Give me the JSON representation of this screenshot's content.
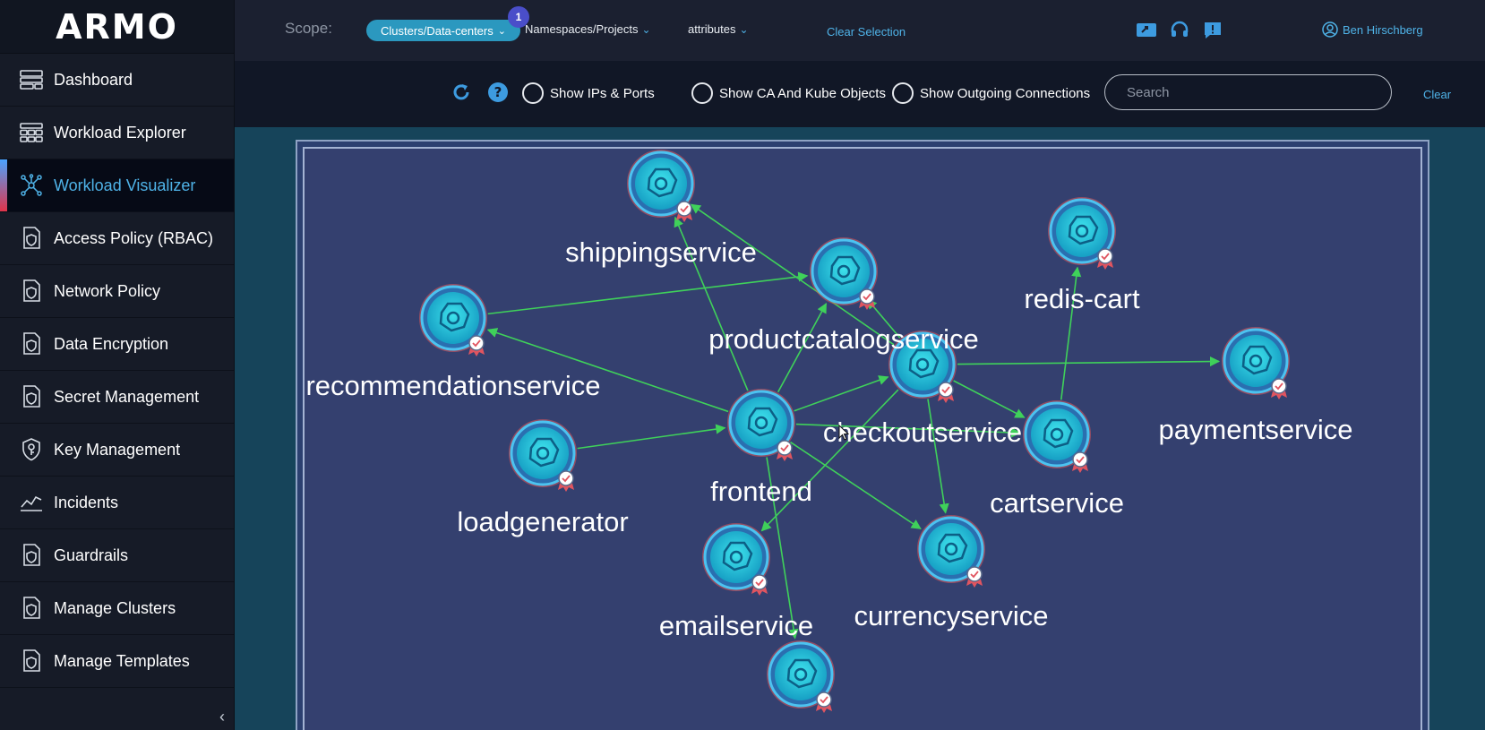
{
  "app": {
    "logo": "ARMO"
  },
  "sidebar": {
    "items": [
      {
        "label": "Dashboard",
        "icon": "dashboard-icon"
      },
      {
        "label": "Workload Explorer",
        "icon": "grid-icon"
      },
      {
        "label": "Workload Visualizer",
        "icon": "network-icon",
        "active": true
      },
      {
        "label": "Access Policy (RBAC)",
        "icon": "policy-icon"
      },
      {
        "label": "Network Policy",
        "icon": "policy-icon"
      },
      {
        "label": "Data Encryption",
        "icon": "policy-icon"
      },
      {
        "label": "Secret Management",
        "icon": "policy-icon"
      },
      {
        "label": "Key Management",
        "icon": "key-icon"
      },
      {
        "label": "Incidents",
        "icon": "chart-line-icon"
      },
      {
        "label": "Guardrails",
        "icon": "policy-icon"
      },
      {
        "label": "Manage Clusters",
        "icon": "policy-icon"
      },
      {
        "label": "Manage Templates",
        "icon": "policy-icon"
      }
    ],
    "collapse_glyph": "‹"
  },
  "topbar": {
    "scope_label": "Scope:",
    "scope_value": "Clusters/Data-centers",
    "scope_badge": "1",
    "namespaces": "Namespaces/Projects",
    "attributes": "attributes",
    "clear_selection": "Clear Selection",
    "user_name": "Ben Hirschberg"
  },
  "toolbar": {
    "options": [
      {
        "label": "Show IPs & Ports"
      },
      {
        "label": "Show CA And Kube Objects"
      },
      {
        "label": "Show Outgoing Connections"
      }
    ],
    "search_placeholder": "Search",
    "clear": "Clear"
  },
  "graph": {
    "colors": {
      "edge": "#3fd15a",
      "node": "#1ec9d6",
      "frame": "#34406f"
    },
    "nodes": [
      {
        "id": "shippingservice",
        "label": "shippingservice"
      },
      {
        "id": "productcatalogservice",
        "label": "productcatalogservice"
      },
      {
        "id": "redis-cart",
        "label": "redis-cart"
      },
      {
        "id": "recommendationservice",
        "label": "recommendationservice"
      },
      {
        "id": "checkoutservice",
        "label": "checkoutservice"
      },
      {
        "id": "paymentservice",
        "label": "paymentservice"
      },
      {
        "id": "frontend",
        "label": "frontend"
      },
      {
        "id": "loadgenerator",
        "label": "loadgenerator"
      },
      {
        "id": "cartservice",
        "label": "cartservice"
      },
      {
        "id": "emailservice",
        "label": "emailservice"
      },
      {
        "id": "currencyservice",
        "label": "currencyservice"
      },
      {
        "id": "adservice",
        "label": ""
      }
    ],
    "edges": [
      [
        "loadgenerator",
        "frontend"
      ],
      [
        "frontend",
        "shippingservice"
      ],
      [
        "frontend",
        "productcatalogservice"
      ],
      [
        "frontend",
        "recommendationservice"
      ],
      [
        "frontend",
        "checkoutservice"
      ],
      [
        "frontend",
        "cartservice"
      ],
      [
        "frontend",
        "currencyservice"
      ],
      [
        "frontend",
        "adservice"
      ],
      [
        "recommendationservice",
        "productcatalogservice"
      ],
      [
        "checkoutservice",
        "shippingservice"
      ],
      [
        "checkoutservice",
        "productcatalogservice"
      ],
      [
        "checkoutservice",
        "paymentservice"
      ],
      [
        "checkoutservice",
        "cartservice"
      ],
      [
        "checkoutservice",
        "currencyservice"
      ],
      [
        "checkoutservice",
        "emailservice"
      ],
      [
        "cartservice",
        "redis-cart"
      ]
    ]
  }
}
